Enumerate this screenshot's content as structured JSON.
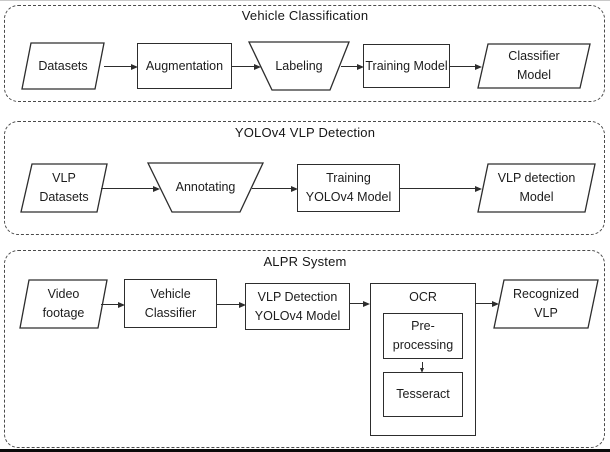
{
  "colors": {
    "ink": "#2d2d2d",
    "background": "#ffffff"
  },
  "sections": [
    {
      "title": "Vehicle Classification",
      "nodes": [
        {
          "label": "Datasets",
          "shape": "parallelogram"
        },
        {
          "label": "Augmentation",
          "shape": "rectangle"
        },
        {
          "label": "Labeling",
          "shape": "trapezoid"
        },
        {
          "label": "Training Model",
          "shape": "rectangle"
        },
        {
          "label": "Classifier\nModel",
          "shape": "parallelogram"
        }
      ]
    },
    {
      "title": "YOLOv4 VLP Detection",
      "nodes": [
        {
          "label": "VLP\nDatasets",
          "shape": "parallelogram"
        },
        {
          "label": "Annotating",
          "shape": "trapezoid"
        },
        {
          "label": "Training\nYOLOv4 Model",
          "shape": "rectangle"
        },
        {
          "label": "VLP detection\nModel",
          "shape": "parallelogram"
        }
      ]
    },
    {
      "title": "ALPR System",
      "nodes": [
        {
          "label": "Video\nfootage",
          "shape": "parallelogram"
        },
        {
          "label": "Vehicle\nClassifier",
          "shape": "rectangle"
        },
        {
          "label": "VLP Detection\nYOLOv4 Model",
          "shape": "rectangle"
        },
        {
          "label": "OCR",
          "shape": "container",
          "children": [
            "Pre-\nprocessing",
            "Tesseract"
          ]
        },
        {
          "label": "Recognized\nVLP",
          "shape": "parallelogram"
        }
      ]
    }
  ]
}
